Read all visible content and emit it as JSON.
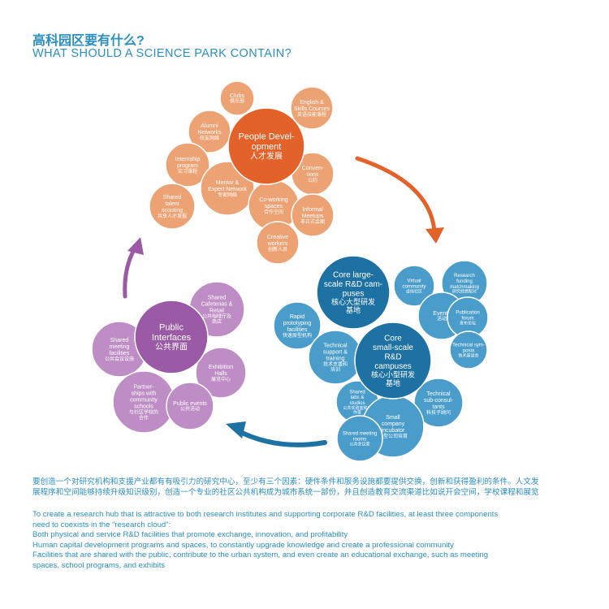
{
  "header": {
    "title_cn": "高科园区要有什么?",
    "title_en": "WHAT SHOULD A SCIENCE PARK CONTAIN?"
  },
  "colors": {
    "people_main": "#e2622a",
    "people_light": "#eda274",
    "rd_main": "#1d71a3",
    "rd_light": "#4a9dcb",
    "public_main": "#9b5aa5",
    "public_light": "#bf8dc5",
    "arrow_orange": "#e2622a",
    "arrow_blue": "#1d71a3",
    "arrow_purple": "#9b5aa5",
    "text_blue": "#2a8fbe"
  },
  "groups": {
    "people": {
      "main": [
        "People Devel-",
        "opment",
        "人才发展"
      ],
      "bubbles": [
        [
          "Clubs",
          "俱乐部"
        ],
        [
          "English &",
          "Skills Courses",
          "英语技能课程"
        ],
        [
          "Alumni",
          "Networks",
          "校友网络"
        ],
        [
          "Internship",
          "program",
          "实习课程"
        ],
        [
          "Mentor &",
          "Expert Network",
          "专家网络"
        ],
        [
          "Conven-",
          "tions",
          "公约"
        ],
        [
          "Shared",
          "talent",
          "scouting",
          "共享人才发掘"
        ],
        [
          "Co-working",
          "spaces",
          "合作空间"
        ],
        [
          "Informal",
          "Meetups",
          "非正式会面"
        ],
        [
          "Creative",
          "workers",
          "创新人员"
        ]
      ]
    },
    "rd": {
      "main_large": [
        "Core large-",
        "scale R&D cam-",
        "puses",
        "核心大型研发",
        "基地"
      ],
      "main_small": [
        "Core",
        "small-scale",
        "R&D",
        "campuses",
        "核心小型研发",
        "基地"
      ],
      "bubbles": [
        [
          "Virtual",
          "community",
          "虚拟社区"
        ],
        [
          "Research",
          "funding",
          "matchmaking",
          "研究经费配对"
        ],
        [
          "Events",
          "活动"
        ],
        [
          "Publication",
          "forum",
          "发布论坛"
        ],
        [
          "Rapid",
          "prototyping",
          "facilities",
          "快速原型机构"
        ],
        [
          "Technical",
          "support &",
          "training",
          "技术支援和",
          "培训"
        ],
        [
          "Technical sym-",
          "posia",
          "技术座谈会"
        ],
        [
          "Shared",
          "labs &",
          "studios",
          "公共实验室和工",
          "作室"
        ],
        [
          "Technical",
          "sub-consul-",
          "tants",
          "科技子顾问"
        ],
        [
          "Small",
          "company",
          "incubator",
          "小型公司培育"
        ],
        [
          "Shared meeting",
          "rooms",
          "公共会议室"
        ]
      ]
    },
    "public": {
      "main": [
        "Public",
        "Interfaces",
        "公共界面"
      ],
      "bubbles": [
        [
          "Shared",
          "Cafeterias &",
          "Retail",
          "公共咖啡厅及",
          "商店"
        ],
        [
          "Shared",
          "meeting",
          "facilities",
          "公共会议设施"
        ],
        [
          "Exhibition",
          "Halls",
          "展览中心"
        ],
        [
          "Partner-",
          "ships with",
          "community",
          "schools",
          "与社区学校的",
          "合作"
        ],
        [
          "Public events",
          "公共活动"
        ]
      ]
    }
  },
  "description": {
    "cn": [
      "要创造一个对研究机构和支援产业都有有吸引力的研究中心，至少有三个因素：硬件条件和服务设施都要提供交换，创新和获得盈利的条件。人文发",
      "展程序和空间能够持续升级知识级别，创造一个专业的社区公共机构成为城市系统一部份，并且创造教育交流渠道比如说开会空间，学校课程和展览"
    ],
    "en": [
      "To create a research hub that is attractive to both research institutes and supporting corporate R&D facilities, at least three components",
      "need to coexists in the “research cloud”:",
      "Both physical and service R&D facilities that promote exchange, innovation, and profitability",
      "Human capital development programs and spaces, to constantly upgrade knowledge and create a professional community",
      "Facilities that are shared with the public, contribute to the urban system, and even create an educational exchange, such as meeting",
      "spaces, school programs, and exhibits"
    ]
  }
}
